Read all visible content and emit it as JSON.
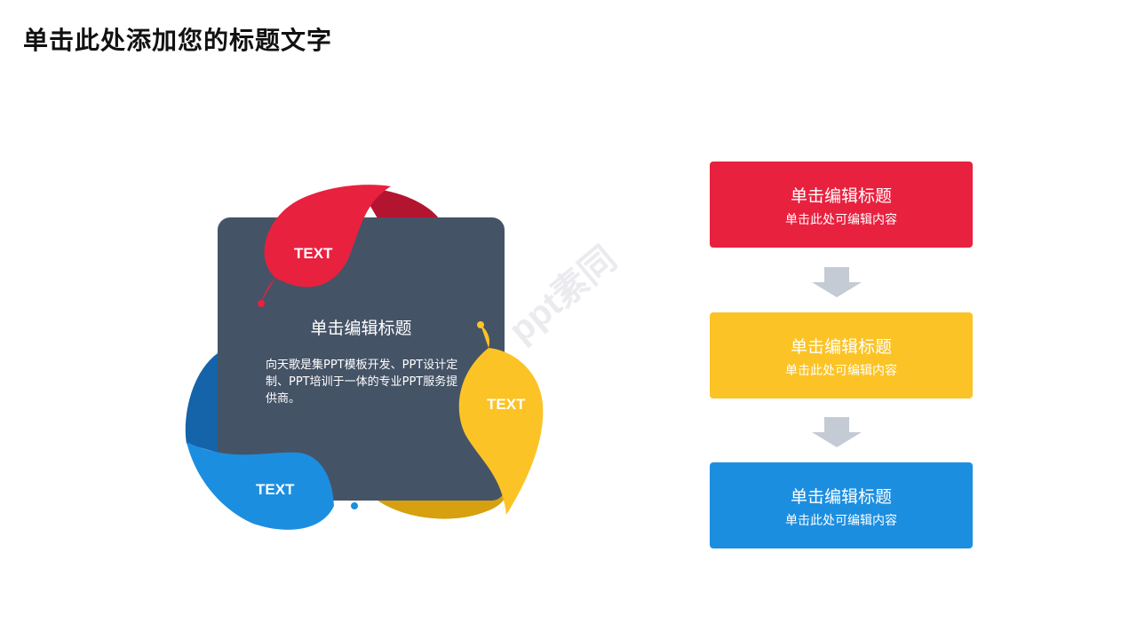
{
  "page": {
    "title": "单击此处添加您的标题文字"
  },
  "center_card": {
    "title": "单击编辑标题",
    "body": "向天歌是集PPT模板开发、PPT设计定制、PPT培训于一体的专业PPT服务提供商。"
  },
  "leaves": [
    {
      "label": "TEXT",
      "color": "#e8213f"
    },
    {
      "label": "TEXT",
      "color": "#fbc325"
    },
    {
      "label": "TEXT",
      "color": "#1c8ee0"
    }
  ],
  "steps": [
    {
      "title": "单击编辑标题",
      "subtitle": "单击此处可编辑内容",
      "color": "#e8213f"
    },
    {
      "title": "单击编辑标题",
      "subtitle": "单击此处可编辑内容",
      "color": "#fbc325"
    },
    {
      "title": "单击编辑标题",
      "subtitle": "单击此处可编辑内容",
      "color": "#1c8ee0"
    }
  ],
  "watermark": {
    "text": "ppt素同"
  },
  "colors": {
    "card": "#455366",
    "arrow": "#c5cbd4"
  }
}
